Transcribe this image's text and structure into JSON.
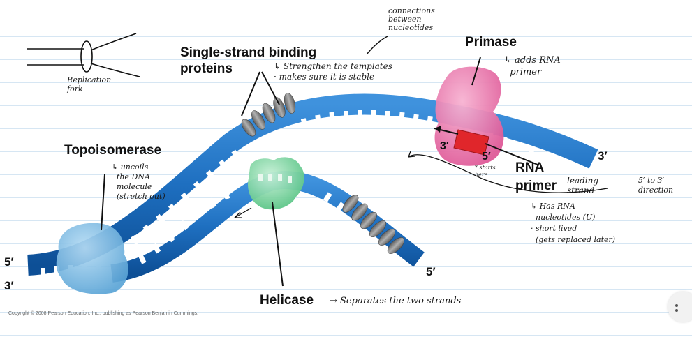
{
  "labels": {
    "single_strand": "Single-strand binding\nproteins",
    "primase": "Primase",
    "topoisomerase": "Topoisomerase",
    "helicase": "Helicase",
    "rna_primer": "RNA\nprimer",
    "five_prime_left": "5′",
    "three_prime_left": "3′",
    "three_prime_right": "3′",
    "five_prime_bottom": "5′",
    "three_prime_primer": "3′",
    "five_prime_primer": "5′"
  },
  "notes": {
    "replication_fork": "Replication\nfork",
    "connections": "connections\nbetween\nnucleotides",
    "ssb": "↳ Strengthen the templates\n· makes sure it is stable",
    "primase": "↳ adds RNA\n  primer",
    "topo": "↳ uncoils\n  the DNA\n  molecule\n  (stretch out)",
    "starts_here": "* starts\nhere",
    "leading_strand": "leading\nstrand",
    "direction": "5′ to 3′\ndirection",
    "has_rna": "↳ Has RNA\n  nucleotides (U)\n· short lived\n  (gets replaced later)",
    "helicase": "→ Separates the two strands"
  },
  "copyright": "Copyright © 2008 Pearson Education, Inc., publishing as Pearson Benjamin Cummings.",
  "colors": {
    "dna": "#1e6fc0",
    "dna_dark": "#0d4f96",
    "primase": "#ec6fa8",
    "primer": "#e0262b",
    "topo": "#6fb3de",
    "helicase": "#7fd3a2",
    "ssb": "#7a7a7a"
  }
}
